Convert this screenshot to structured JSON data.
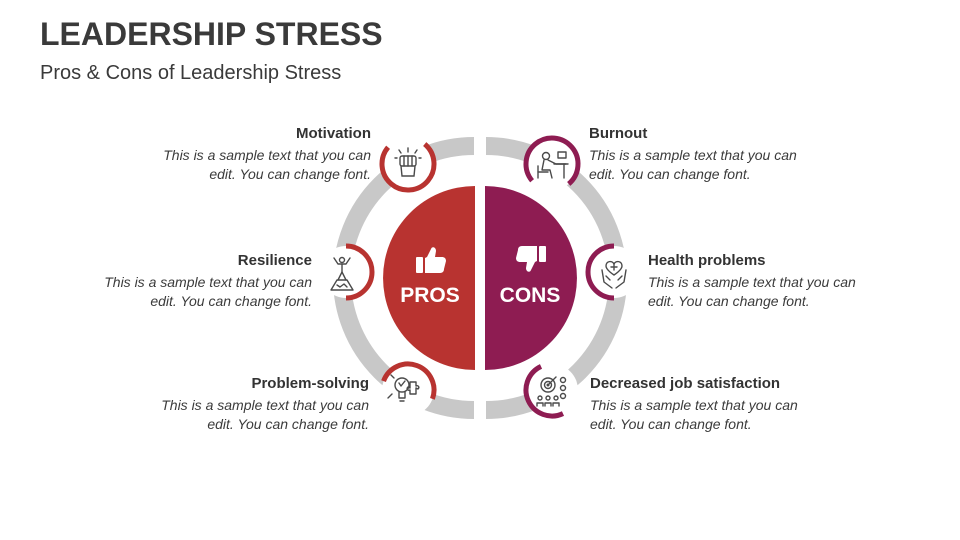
{
  "title": "LEADERSHIP STRESS",
  "subtitle": "Pros & Cons of Leadership Stress",
  "colors": {
    "pros": "#b83330",
    "cons": "#8e1c52",
    "ring": "#c8c8c8",
    "icon": "#4a4a4a"
  },
  "center": {
    "pros_label": "PROS",
    "cons_label": "CONS",
    "pros_icon": "thumbs-up-icon",
    "cons_icon": "thumbs-down-icon"
  },
  "pros": [
    {
      "title": "Motivation",
      "line1": "This is a sample text that you can",
      "line2": "edit. You can change font.",
      "icon": "raised-fist-icon"
    },
    {
      "title": "Resilience",
      "line1": "This is a sample text that you can",
      "line2": "edit. You can change font.",
      "icon": "person-on-mountain-icon"
    },
    {
      "title": "Problem-solving",
      "line1": "This is a sample text that you can",
      "line2": "edit. You can change font.",
      "icon": "lightbulb-puzzle-icon"
    }
  ],
  "cons": [
    {
      "title": "Burnout",
      "line1": "This is a sample text that you can",
      "line2": "edit. You can change font.",
      "icon": "tired-person-at-desk-icon"
    },
    {
      "title": "Health problems",
      "line1": "This is a sample text that you can",
      "line2": "edit. You can change font.",
      "icon": "heart-in-hands-icon"
    },
    {
      "title": "Decreased job satisfaction",
      "line1": "This is a sample text that you can",
      "line2": "edit. You can change font.",
      "icon": "target-team-icon"
    }
  ]
}
